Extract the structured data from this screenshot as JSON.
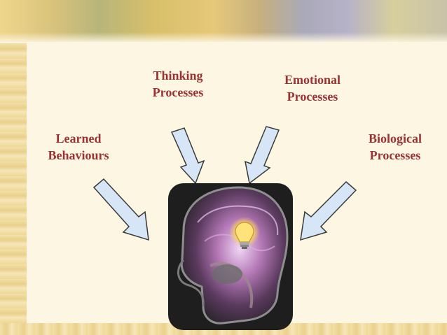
{
  "labels": {
    "thinking": [
      "Thinking",
      "Processes"
    ],
    "emotional": [
      "Emotional",
      "Processes"
    ],
    "learned": [
      "Learned",
      "Behaviours"
    ],
    "biological": [
      "Biological",
      "Processes"
    ]
  },
  "colors": {
    "label_text": "#993333",
    "arrow_fill": "#d6e6f7",
    "arrow_stroke": "#3a3a3a",
    "background": "#fdf6e2"
  },
  "icons": [
    "brain-mri-head-image",
    "lightbulb-icon"
  ]
}
